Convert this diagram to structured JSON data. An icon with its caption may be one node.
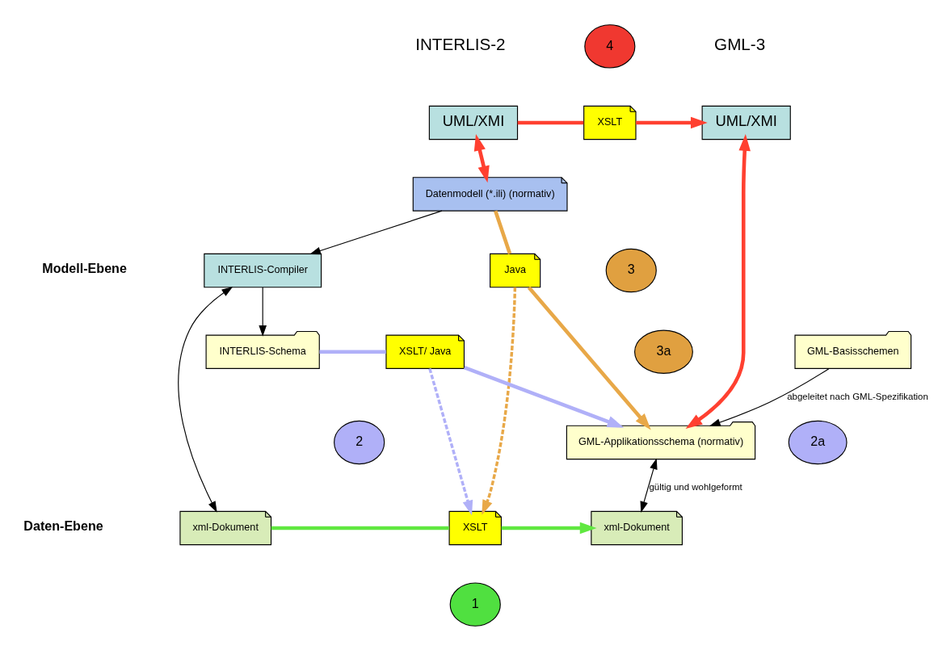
{
  "diagram": {
    "nodes": [
      {
        "text": [
          "UML/XMI"
        ]
      },
      {
        "text": [
          "XSLT"
        ]
      },
      {
        "text": [
          "UML/XMI"
        ]
      },
      {
        "text": [
          "Datenmodell (*.ili) (normativ)"
        ]
      },
      {
        "text": [
          "GML-Basisschemen"
        ]
      },
      {
        "text": [
          "Java"
        ]
      },
      {
        "text": [
          "INTERLIS-Compiler"
        ]
      },
      {
        "text": [
          "INTERLIS-Schema"
        ]
      },
      {
        "text": [
          "XSLT/ Java"
        ]
      },
      {
        "text": [
          "GML-Applikationsschema (normativ)"
        ]
      },
      {
        "text": [
          "xml-Dokument"
        ]
      },
      {
        "text": [
          "XSLT"
        ]
      },
      {
        "text": [
          "xml-Dokument"
        ]
      },
      {
        "text": [
          "4"
        ]
      },
      {
        "text": [
          "3"
        ]
      },
      {
        "text": [
          "3a"
        ]
      },
      {
        "text": [
          "2"
        ]
      },
      {
        "text": [
          "2a"
        ]
      },
      {
        "text": [
          "1"
        ]
      }
    ],
    "edges": [
      {
        "from": 0,
        "to": 3,
        "arrow": "both",
        "color": "#ff4030"
      },
      {
        "from": 0,
        "to": 1,
        "arrow": "none",
        "color": "#ff4030"
      },
      {
        "from": 1,
        "to": 2,
        "arrow": "to",
        "color": "#ff4030"
      },
      {
        "from": 2,
        "to": 9,
        "arrow": "both",
        "color": "#ff4030"
      },
      {
        "from": 4,
        "to": 9,
        "arrow": "to",
        "label": "abgeleitet nach GML-Spezifikation"
      },
      {
        "from": 3,
        "to": 5,
        "arrow": "none",
        "color": "#e8a848"
      },
      {
        "from": 5,
        "to": 9,
        "arrow": "to",
        "color": "#e8a848"
      },
      {
        "from": 5,
        "to": 11,
        "arrow": "to",
        "style": "dashed",
        "color": "#e8a848"
      },
      {
        "from": 3,
        "to": 6,
        "arrow": "to"
      },
      {
        "from": 6,
        "to": 7,
        "arrow": "to"
      },
      {
        "from": 7,
        "to": 8,
        "arrow": "none",
        "color": "#b0b0f8"
      },
      {
        "from": 8,
        "to": 9,
        "arrow": "to",
        "color": "#b0b0f8"
      },
      {
        "from": 8,
        "to": 11,
        "arrow": "to",
        "style": "dashed",
        "color": "#b0b0f8"
      },
      {
        "from": 6,
        "to": 10,
        "arrow": "both"
      },
      {
        "from": 9,
        "to": 12,
        "arrow": "both",
        "label": "gültig und wohlgeformt"
      },
      {
        "from": 10,
        "to": 11,
        "arrow": "none",
        "color": "#60e840"
      },
      {
        "from": 11,
        "to": 12,
        "arrow": "to",
        "color": "#60e840"
      }
    ],
    "labels": [
      "INTERLIS-2",
      "GML-3",
      "Modell-Ebene",
      "Daten-Ebene"
    ]
  }
}
